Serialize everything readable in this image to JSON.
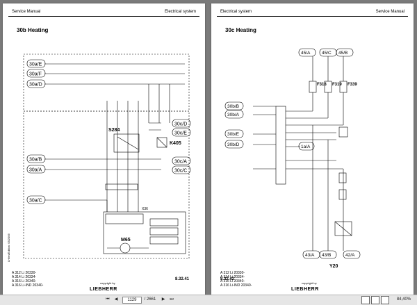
{
  "left_page": {
    "header_left": "Service Manual",
    "header_right": "Electrical system",
    "section_title": "30b Heating",
    "doc_code": "LH/en/Edition: 05/2006",
    "connectors_left": [
      "30a/E",
      "30a/F",
      "30a/D",
      "30a/B",
      "30a/A",
      "30a/C"
    ],
    "connectors_right": [
      "30c/D",
      "30c/E",
      "30c/A",
      "30c/C"
    ],
    "components": {
      "s284": "S284",
      "k405": "K405",
      "m65": "M65",
      "x36": "X36"
    },
    "footer_models": [
      "A 312 Li 20330-",
      "A 314 Li 20334-",
      "A 316 Li 20340-",
      "A 316 Li-IND 20340-"
    ],
    "copyright": "copyright by",
    "brand": "LIEBHERR",
    "page_number": "8.32.41"
  },
  "right_page": {
    "header_left": "Electrical system",
    "header_right": "Service Manual",
    "section_title": "30c Heating",
    "top_connectors": [
      "45/A",
      "45/C",
      "45/B"
    ],
    "fuses": [
      "F318",
      "F319",
      "F339"
    ],
    "connectors_left": [
      "30b/B",
      "30b/A",
      "30b/E",
      "30b/D"
    ],
    "connector_mid": "1a/A",
    "bottom_connectors": [
      "43/A",
      "43/B",
      "42/A"
    ],
    "component_y20": "Y20",
    "footer_models": [
      "A 312 Li 20330-",
      "A 314 Li 20334-",
      "A 316 Li 20340-",
      "A 316 Li-IND 20340-"
    ],
    "copyright": "copyright by",
    "brand": "LIEBHERR",
    "page_number": "8.32.42"
  },
  "toolbar": {
    "current_page": "1129",
    "total_pages": "/ 2661",
    "zoom": "84,40%",
    "prev_label": "◀",
    "next_label": "▶",
    "first_label": "⏮",
    "last_label": "⏭"
  }
}
